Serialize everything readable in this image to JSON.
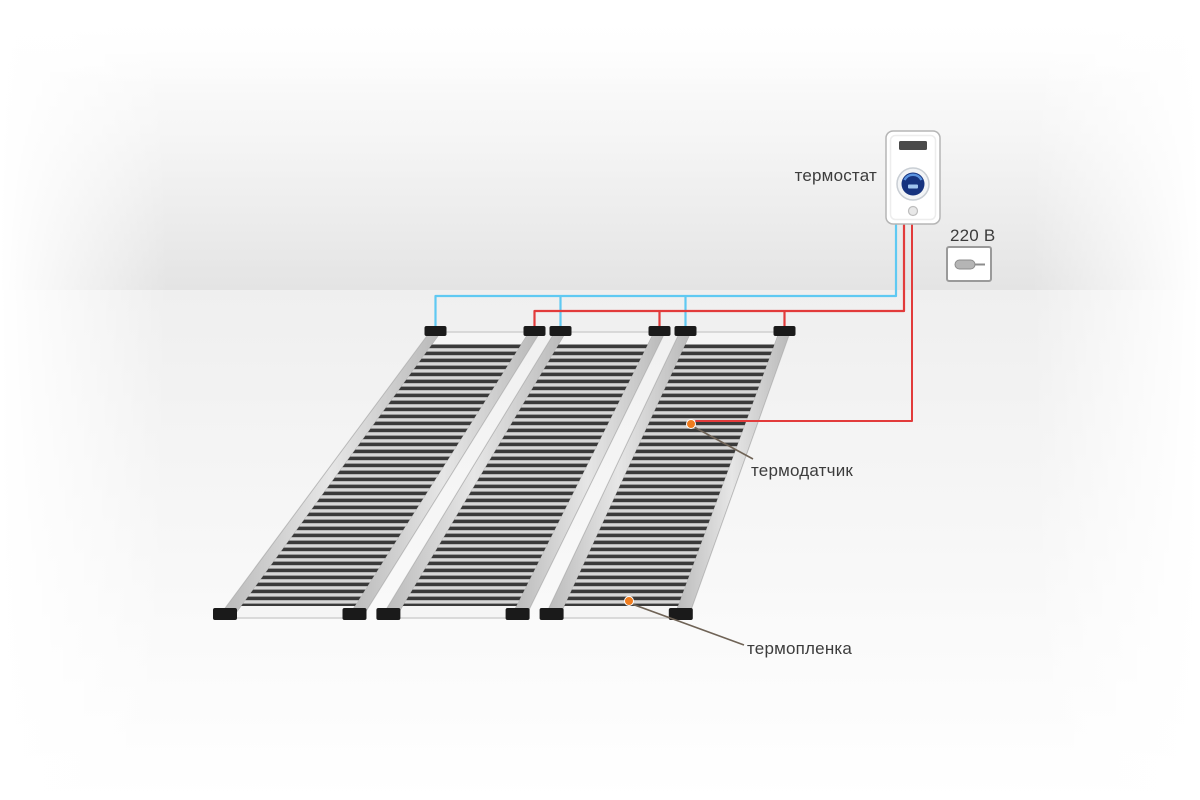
{
  "diagram": {
    "labels": {
      "thermostat": "термостат",
      "voltage": "220 В",
      "sensor": "термодатчик",
      "film": "термопленка"
    },
    "colors": {
      "wire_live": "#e23b3b",
      "wire_neutral": "#5fc9f2",
      "pointer_dot": "#f07c1e",
      "leader_line": "#6f6356",
      "film_stripe": "#3a3a3a",
      "bus_bar": "#c6c6c6",
      "connector": "#1a1a1a"
    },
    "icons": {
      "thermostat_device": "thermostat-device-icon",
      "power_plug": "power-plug-icon",
      "sensor_dot": "sensor-dot-icon",
      "film_dot": "film-pointer-dot-icon"
    }
  }
}
